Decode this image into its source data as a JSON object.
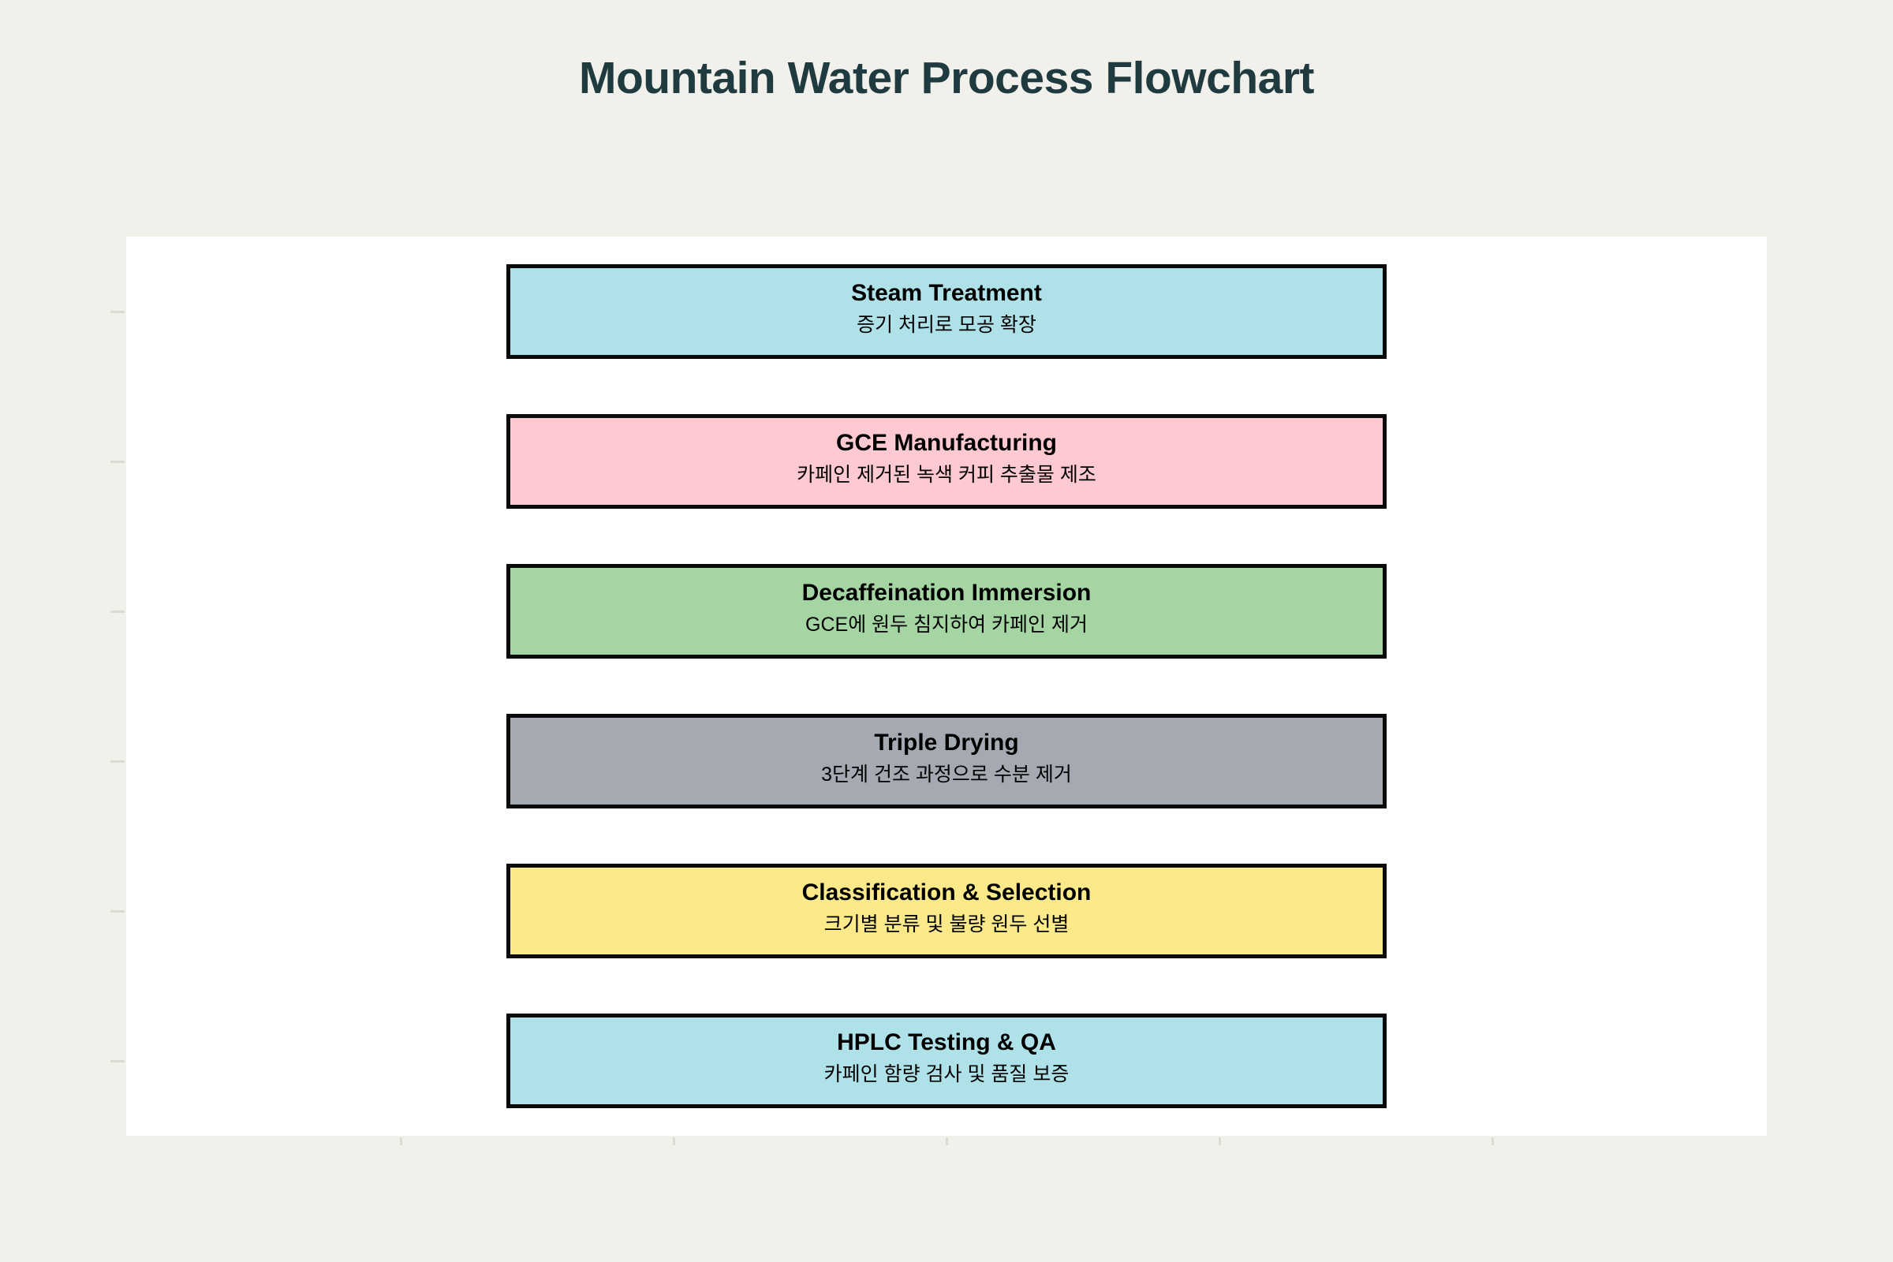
{
  "title": "Mountain Water Process Flowchart",
  "steps": [
    {
      "title": "Steam Treatment",
      "subtitle": "증기 처리로 모공 확장",
      "fill": "#AEE1E8"
    },
    {
      "title": "GCE Manufacturing",
      "subtitle": "카페인 제거된 녹색 커피 추출물 제조",
      "fill": "#FFC9D1"
    },
    {
      "title": "Decaffeination Immersion",
      "subtitle": "GCE에 원두 침지하여 카페인 제거",
      "fill": "#A4D5A2"
    },
    {
      "title": "Triple Drying",
      "subtitle": "3단계 건조 과정으로 수분 제거",
      "fill": "#A5AAB2"
    },
    {
      "title": "Classification & Selection",
      "subtitle": "크기별 분류 및 불량 원두 선별",
      "fill": "#FBE98A"
    },
    {
      "title": "HPLC Testing & QA",
      "subtitle": "카페인 함량 검사 및 품질 보증",
      "fill": "#AEE1E8"
    }
  ],
  "colors": {
    "background": "#F1F0EA",
    "canvas": "#FFFFFF",
    "title_text": "#1F3B40",
    "box_border": "#0A0A0A",
    "box_text": "#000000",
    "tick": "#DBDBD4"
  }
}
